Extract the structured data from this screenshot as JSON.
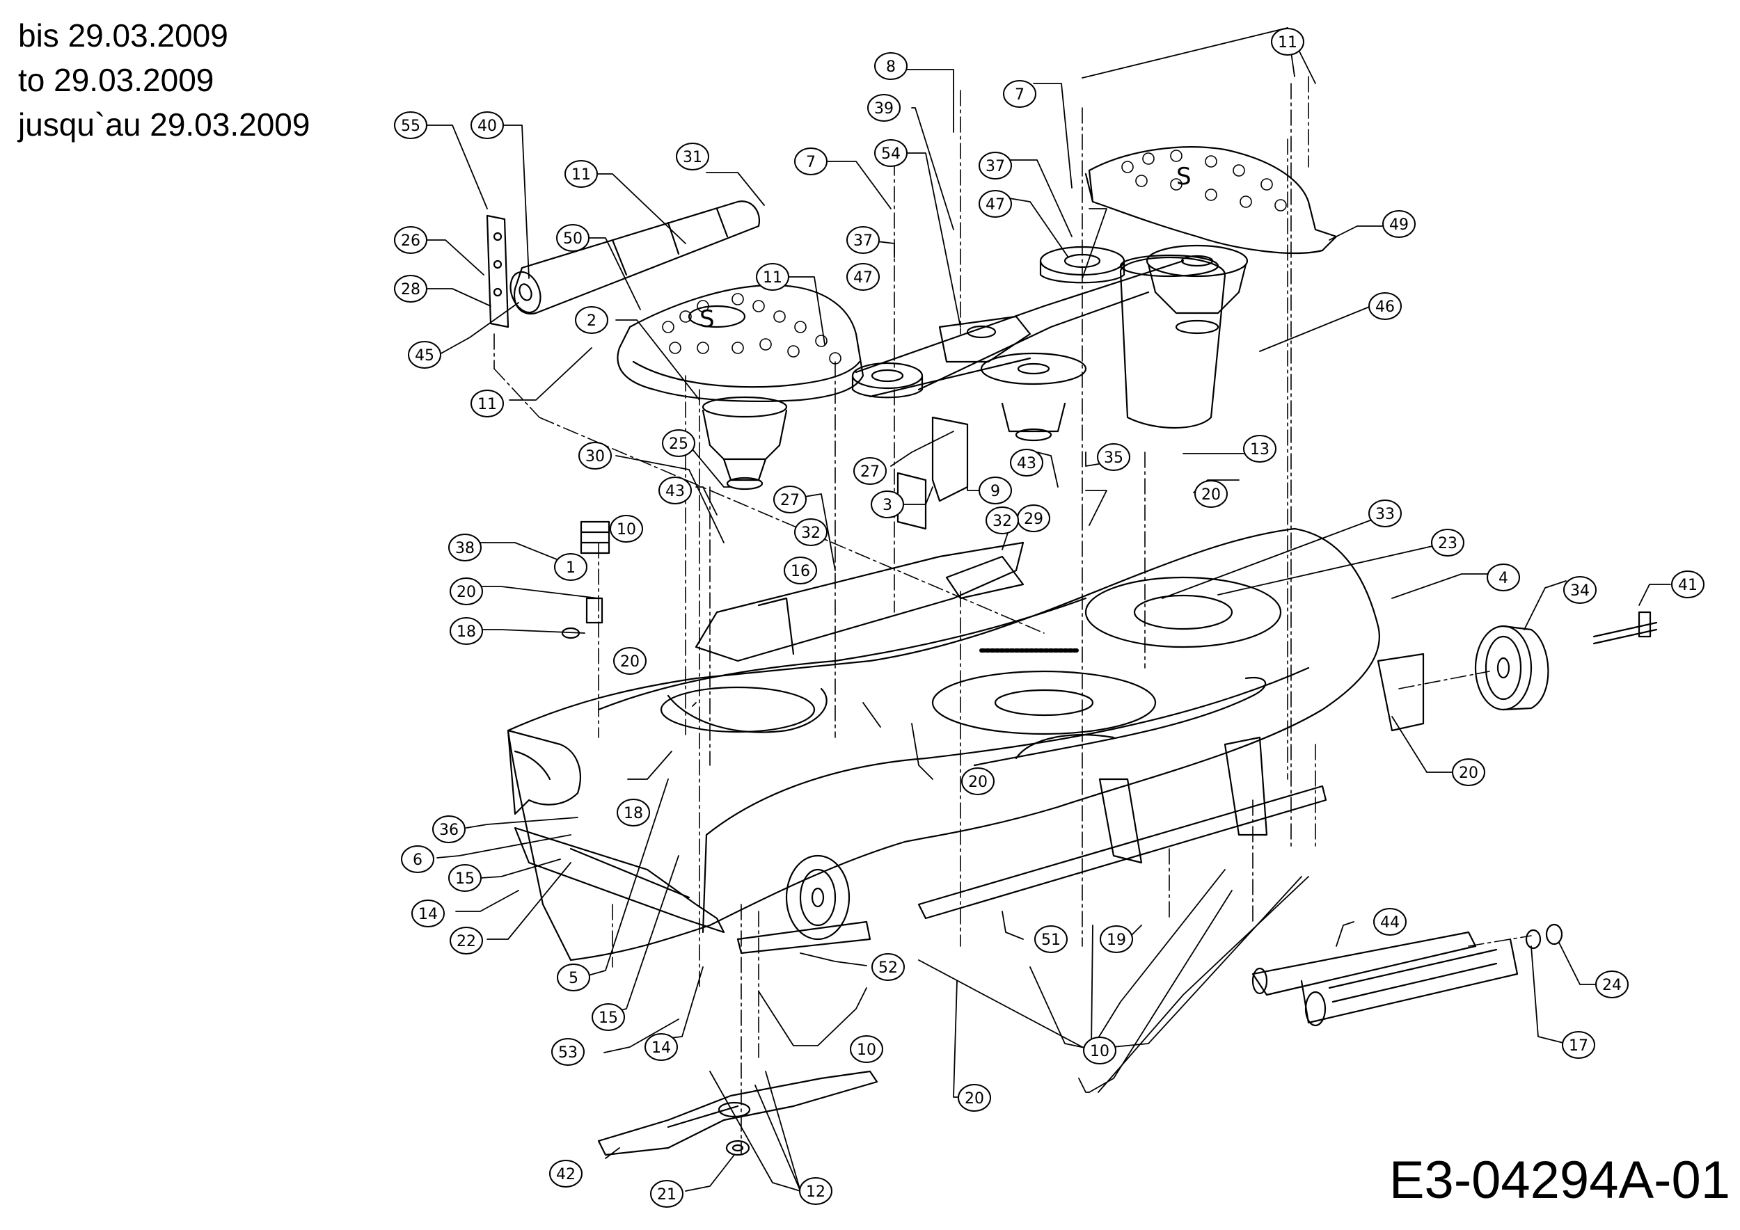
{
  "header": {
    "lines": [
      "bis 29.03.2009",
      "to 29.03.2009",
      "jusqu`au 29.03.2009"
    ]
  },
  "document_id": "E3-04294A-01",
  "callouts": [
    {
      "id": "c55",
      "label": "55"
    },
    {
      "id": "c40",
      "label": "40"
    },
    {
      "id": "c26",
      "label": "26"
    },
    {
      "id": "c28",
      "label": "28"
    },
    {
      "id": "c45",
      "label": "45"
    },
    {
      "id": "c50",
      "label": "50"
    },
    {
      "id": "c11a",
      "label": "11"
    },
    {
      "id": "c31",
      "label": "31"
    },
    {
      "id": "c2",
      "label": "2"
    },
    {
      "id": "c11b",
      "label": "11"
    },
    {
      "id": "c11c",
      "label": "11"
    },
    {
      "id": "c7a",
      "label": "7"
    },
    {
      "id": "c37a",
      "label": "37"
    },
    {
      "id": "c47a",
      "label": "47"
    },
    {
      "id": "c8",
      "label": "8"
    },
    {
      "id": "c39",
      "label": "39"
    },
    {
      "id": "c54",
      "label": "54"
    },
    {
      "id": "c7b",
      "label": "7"
    },
    {
      "id": "c37b",
      "label": "37"
    },
    {
      "id": "c47b",
      "label": "47"
    },
    {
      "id": "c11d",
      "label": "11"
    },
    {
      "id": "c49",
      "label": "49"
    },
    {
      "id": "c46",
      "label": "46"
    },
    {
      "id": "c30",
      "label": "30"
    },
    {
      "id": "c25",
      "label": "25"
    },
    {
      "id": "c43a",
      "label": "43"
    },
    {
      "id": "c27a",
      "label": "27"
    },
    {
      "id": "c27b",
      "label": "27"
    },
    {
      "id": "c43b",
      "label": "43"
    },
    {
      "id": "c35",
      "label": "35"
    },
    {
      "id": "c13",
      "label": "13"
    },
    {
      "id": "c3",
      "label": "3"
    },
    {
      "id": "c9",
      "label": "9"
    },
    {
      "id": "c20a",
      "label": "20"
    },
    {
      "id": "c32a",
      "label": "32"
    },
    {
      "id": "c29",
      "label": "29"
    },
    {
      "id": "c32b",
      "label": "32"
    },
    {
      "id": "c33",
      "label": "33"
    },
    {
      "id": "c23",
      "label": "23"
    },
    {
      "id": "c38",
      "label": "38"
    },
    {
      "id": "c10a",
      "label": "10"
    },
    {
      "id": "c1",
      "label": "1"
    },
    {
      "id": "c16",
      "label": "16"
    },
    {
      "id": "c4",
      "label": "4"
    },
    {
      "id": "c34",
      "label": "34"
    },
    {
      "id": "c41",
      "label": "41"
    },
    {
      "id": "c20b",
      "label": "20"
    },
    {
      "id": "c18a",
      "label": "18"
    },
    {
      "id": "c20c",
      "label": "20"
    },
    {
      "id": "c20d",
      "label": "20"
    },
    {
      "id": "c20e",
      "label": "20"
    },
    {
      "id": "c18b",
      "label": "18"
    },
    {
      "id": "c36",
      "label": "36"
    },
    {
      "id": "c6",
      "label": "6"
    },
    {
      "id": "c15a",
      "label": "15"
    },
    {
      "id": "c14a",
      "label": "14"
    },
    {
      "id": "c22",
      "label": "22"
    },
    {
      "id": "c5",
      "label": "5"
    },
    {
      "id": "c15b",
      "label": "15"
    },
    {
      "id": "c53",
      "label": "53"
    },
    {
      "id": "c14b",
      "label": "14"
    },
    {
      "id": "c52",
      "label": "52"
    },
    {
      "id": "c51",
      "label": "51"
    },
    {
      "id": "c19",
      "label": "19"
    },
    {
      "id": "c10b",
      "label": "10"
    },
    {
      "id": "c20f",
      "label": "20"
    },
    {
      "id": "c10c",
      "label": "10"
    },
    {
      "id": "c44",
      "label": "44"
    },
    {
      "id": "c24",
      "label": "24"
    },
    {
      "id": "c17",
      "label": "17"
    },
    {
      "id": "c42",
      "label": "42"
    },
    {
      "id": "c21",
      "label": "21"
    },
    {
      "id": "c12",
      "label": "12"
    }
  ]
}
